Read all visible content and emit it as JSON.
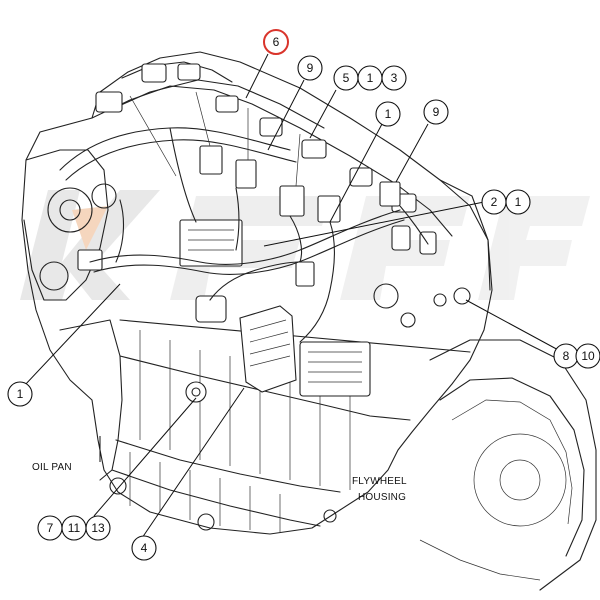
{
  "diagram": {
    "labels": {
      "oil_pan": "OIL PAN",
      "flywheel_line1": "FLYWHEEL",
      "flywheel_line2": "HOUSING"
    },
    "callouts": [
      {
        "id": "c6",
        "text": "6",
        "highlight": true
      },
      {
        "id": "c9a",
        "text": "9"
      },
      {
        "id": "c5",
        "text": "5"
      },
      {
        "id": "c1a",
        "text": "1"
      },
      {
        "id": "c3",
        "text": "3"
      },
      {
        "id": "c1b",
        "text": "1"
      },
      {
        "id": "c9b",
        "text": "9"
      },
      {
        "id": "c2",
        "text": "2"
      },
      {
        "id": "c1c",
        "text": "1"
      },
      {
        "id": "c1d",
        "text": "1"
      },
      {
        "id": "c8",
        "text": "8"
      },
      {
        "id": "c10",
        "text": "10"
      },
      {
        "id": "c7",
        "text": "7"
      },
      {
        "id": "c11",
        "text": "11"
      },
      {
        "id": "c13",
        "text": "13"
      },
      {
        "id": "c4",
        "text": "4"
      }
    ],
    "colors": {
      "highlight_ring": "#d9342b",
      "line": "#111111",
      "watermark": "#e8e8e8",
      "watermark_accent": "#f4d2b8"
    }
  }
}
